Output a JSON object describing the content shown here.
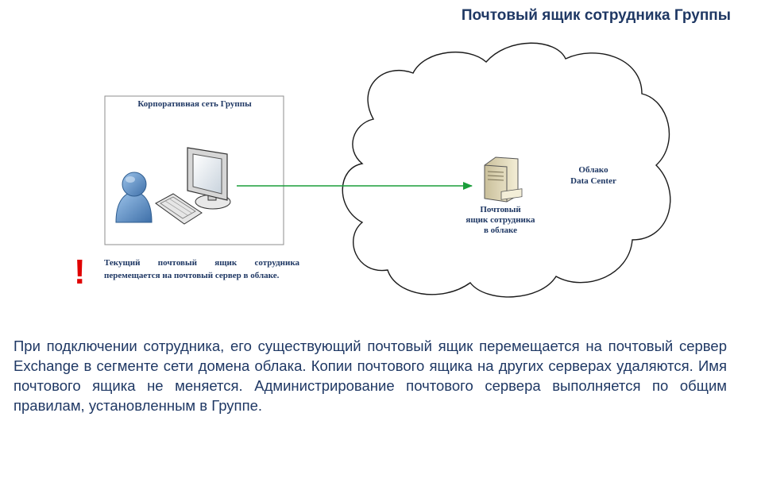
{
  "header": {
    "title": "Почтовый ящик сотрудника Группы"
  },
  "diagram": {
    "corporate_network_label": "Корпоративная сеть Группы",
    "cloud_label_line1": "Облако",
    "cloud_label_line2": "Data Center",
    "server_label_line1": "Почтовый",
    "server_label_line2": "ящик сотрудника",
    "server_label_line3": "в облаке",
    "warning_mark": "!",
    "warning_text": "Текущий почтовый ящик сотрудника перемещается  на почтовый сервер в облаке.",
    "colors": {
      "arrow": "#1a9e3a",
      "text": "#1f3864",
      "warning": "#e00000",
      "user_icon": "#4f81bd"
    },
    "icons": [
      "user-icon",
      "monitor-icon",
      "keyboard-icon",
      "server-icon",
      "cloud-shape"
    ]
  },
  "body": {
    "paragraph": "При подключении сотрудника, его существующий почтовый ящик перемещается на почтовый сервер Exchange в сегменте сети домена облака. Копии почтового ящика на других серверах удаляются. Имя почтового ящика не меняется. Администрирование почтового сервера выполняется по общим правилам, установленным в Группе."
  }
}
